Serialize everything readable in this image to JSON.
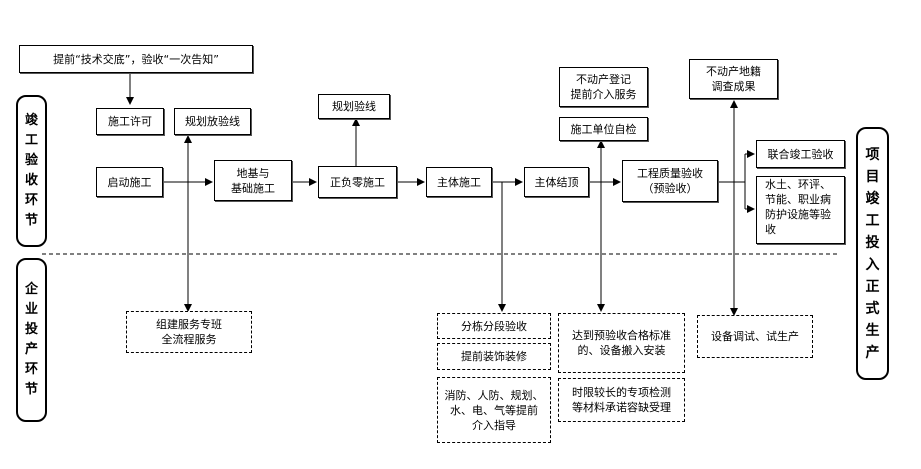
{
  "side_left": {
    "top": "竣工验收环节",
    "bottom": "企业投产环节"
  },
  "side_right": "项目竣工投入正式生产",
  "top_note": "提前“技术交底”，验收“一次告知”",
  "nodes": {
    "permit": "施工许可",
    "plan_line_check": "规划放验线",
    "start": "启动施工",
    "foundation_line1": "地基与",
    "foundation_line2": "基础施工",
    "plus_minus_zero": "正负零施工",
    "plan_check": "规划验线",
    "main_construction": "主体施工",
    "main_topping": "主体结顶",
    "property_reg_line1": "不动产登记",
    "property_reg_line2": "提前介入服务",
    "self_check": "施工单位自检",
    "quality_line1": "工程质量验收",
    "quality_line2": "（预验收）",
    "property_survey_line1": "不动产地籍",
    "property_survey_line2": "调查成果",
    "joint_acceptance": "联合竣工验收",
    "env_line1": "水土、环评、",
    "env_line2": "节能、职业病",
    "env_line3": "防护设施等验",
    "env_line4": "收"
  },
  "bottom_nodes": {
    "service_line1": "组建服务专班",
    "service_line2": "全流程服务",
    "segment_acceptance": "分栋分段验收",
    "decoration": "提前装饰装修",
    "guidance_line1": "消防、人防、规划、",
    "guidance_line2": "水、电、气等提前",
    "guidance_line3": "介入指导",
    "install_line1": "达到预验收合格标准",
    "install_line2": "的、设备搬入安装",
    "special_line1": "时限较长的专项检测",
    "special_line2": "等材料承诺容缺受理",
    "trial": "设备调试、试生产"
  }
}
